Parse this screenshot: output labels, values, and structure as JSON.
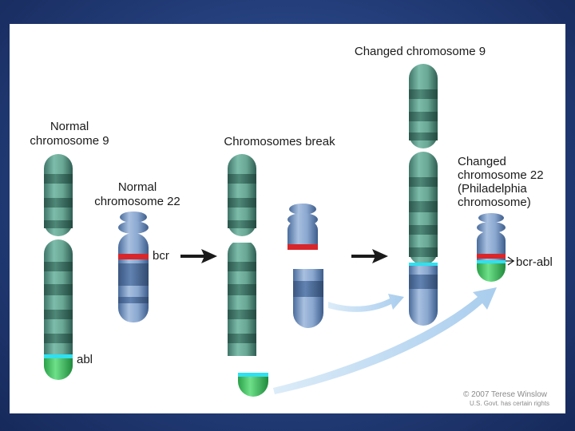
{
  "labels": {
    "normal9_line1": "Normal",
    "normal9_line2": "chromosome 9",
    "normal22_line1": "Normal",
    "normal22_line2": "chromosome 22",
    "break": "Chromosomes break",
    "changed9": "Changed chromosome 9",
    "changed22_line1": "Changed",
    "changed22_line2": "chromosome 22",
    "changed22_line3": "(Philadelphia",
    "changed22_line4": "chromosome)",
    "abl": "abl",
    "bcr": "bcr",
    "bcr_abl": "bcr-abl"
  },
  "credit": {
    "copyright": "© 2007 Terese Winslow",
    "rights": "U.S. Govt. has certain rights"
  },
  "colors": {
    "chr9": "#5f9e8c",
    "chr9_band": "#3e7466",
    "chr22": "#6d8fbf",
    "chr22_band": "#4a6c9c",
    "abl_gene": "#35c35a",
    "bcr_band": "#d8262a",
    "junction": "#2fe0f0",
    "arrow_flow": "#b8d8f2"
  }
}
